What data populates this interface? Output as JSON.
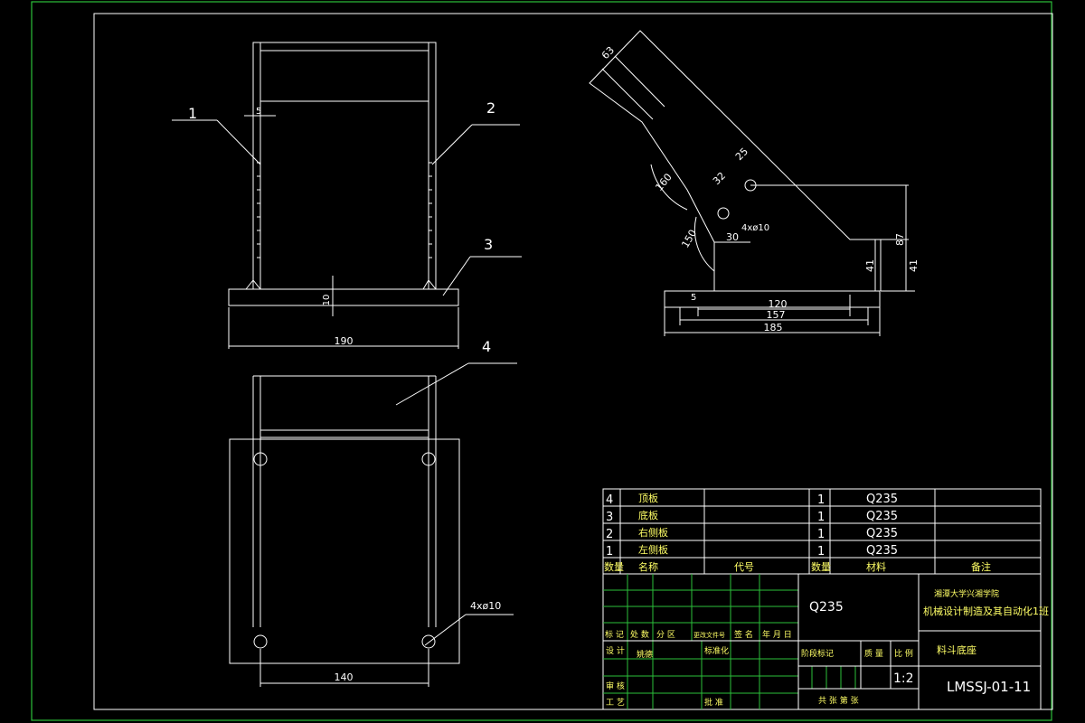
{
  "drawing": {
    "balloons": [
      "1",
      "2",
      "3",
      "4"
    ],
    "front": {
      "dim_width": "190",
      "dim_thick": "10",
      "dim_small": "5"
    },
    "side": {
      "dim_top": "63",
      "dim_angle1": "160",
      "dim_angle2": "150",
      "dim_32": "32",
      "dim_25": "25",
      "dim_30": "30",
      "dim_hole": "4xø10",
      "dim_87": "87",
      "dim_41a": "41",
      "dim_41b": "41",
      "dim_120": "120",
      "dim_157": "157",
      "dim_185": "185",
      "dim_5": "5"
    },
    "top": {
      "dim_140": "140",
      "dim_hole": "4xø10"
    }
  },
  "bom": {
    "rows": [
      {
        "no": "4",
        "name": "顶板",
        "code": "",
        "qty": "1",
        "material": "Q235",
        "note": ""
      },
      {
        "no": "3",
        "name": "底板",
        "code": "",
        "qty": "1",
        "material": "Q235",
        "note": ""
      },
      {
        "no": "2",
        "name": "右侧板",
        "code": "",
        "qty": "1",
        "material": "Q235",
        "note": ""
      },
      {
        "no": "1",
        "name": "左侧板",
        "code": "",
        "qty": "1",
        "material": "Q235",
        "note": ""
      }
    ],
    "header": {
      "no": "数量",
      "name": "名称",
      "code": "代号",
      "qty": "数量",
      "material": "材料",
      "note": "备注"
    }
  },
  "titleblock": {
    "material": "Q235",
    "school": "湘潭大学兴湘学院",
    "class": "机械设计制造及其自动化1班",
    "part_name": "料斗底座",
    "drawing_no": "LMSSJ-01-11",
    "scale": "1:2",
    "labels": {
      "mark": "标 记",
      "count": "处 数",
      "zone": "分 区",
      "change_doc": "更改文件号",
      "sign": "签 名",
      "date": "年 月 日",
      "design": "设 计",
      "drafter": "姚德",
      "standard": "标准化",
      "stage": "阶段标记",
      "weight": "质 量",
      "ratio": "比 例",
      "review": "审 核",
      "process": "工 艺",
      "approve": "批 准",
      "sheets": "共  张 第  张"
    }
  }
}
